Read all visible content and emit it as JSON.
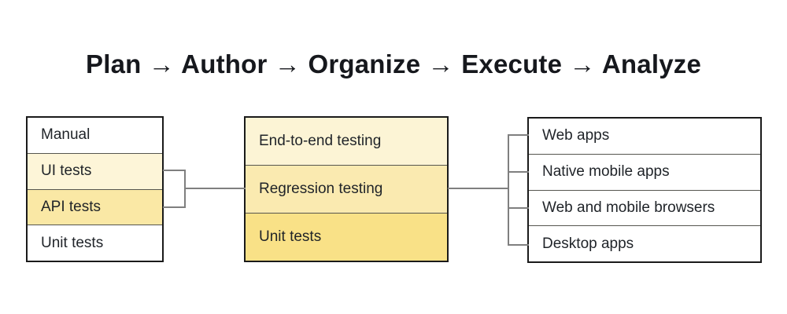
{
  "title": {
    "text": "Plan → Author → Organize → Execute → Analyze"
  },
  "left_box": {
    "name": "test-types",
    "rows": [
      {
        "label": "Manual",
        "bg": "#ffffff"
      },
      {
        "label": "UI tests",
        "bg": "#fdf5d8"
      },
      {
        "label": "API tests",
        "bg": "#fae8a5"
      },
      {
        "label": "Unit tests",
        "bg": "#ffffff"
      }
    ]
  },
  "middle_box": {
    "name": "testing-levels",
    "rows": [
      {
        "label": "End-to-end testing",
        "bg": "#fcf4d5"
      },
      {
        "label": "Regression testing",
        "bg": "#faeab0"
      },
      {
        "label": "Unit tests",
        "bg": "#f9e187"
      }
    ]
  },
  "right_box": {
    "name": "target-platforms",
    "rows": [
      {
        "label": "Web apps",
        "bg": "#ffffff"
      },
      {
        "label": "Native mobile apps",
        "bg": "#ffffff"
      },
      {
        "label": "Web and mobile browsers",
        "bg": "#ffffff"
      },
      {
        "label": "Desktop apps",
        "bg": "#ffffff"
      }
    ]
  },
  "style": {
    "connector_color": "#7f7f7f",
    "box_border_color": "#1a1a1a",
    "title_color": "#16181d"
  }
}
